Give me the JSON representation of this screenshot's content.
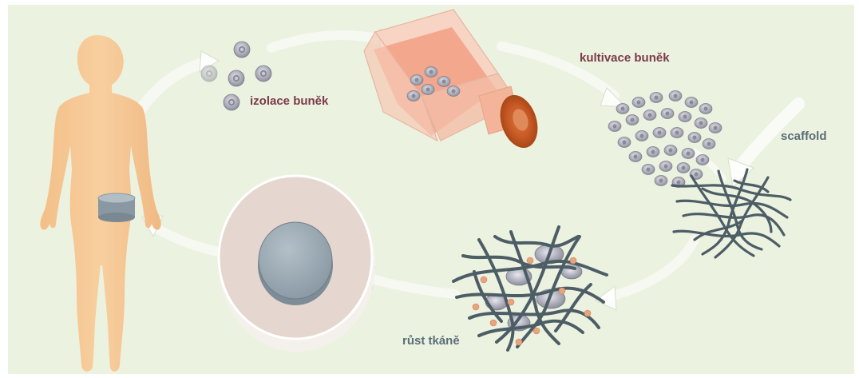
{
  "diagram": {
    "labels": {
      "cell_isolation": "izolace buněk",
      "cell_cultivation": "kultivace buněk",
      "scaffold": "scaffold",
      "tissue_growth": "růst tkáně"
    },
    "colors": {
      "background": "#ecf2e0",
      "label_maroon": "#7a3a4a",
      "label_slate": "#5a6e78",
      "body": "#f6c692",
      "cell": "#a9aab4",
      "fiber": "#4d5d66",
      "flask": "#f1a98a",
      "dish_disc": "#9aa9b3",
      "growth_dot": "#e8a47c"
    }
  }
}
